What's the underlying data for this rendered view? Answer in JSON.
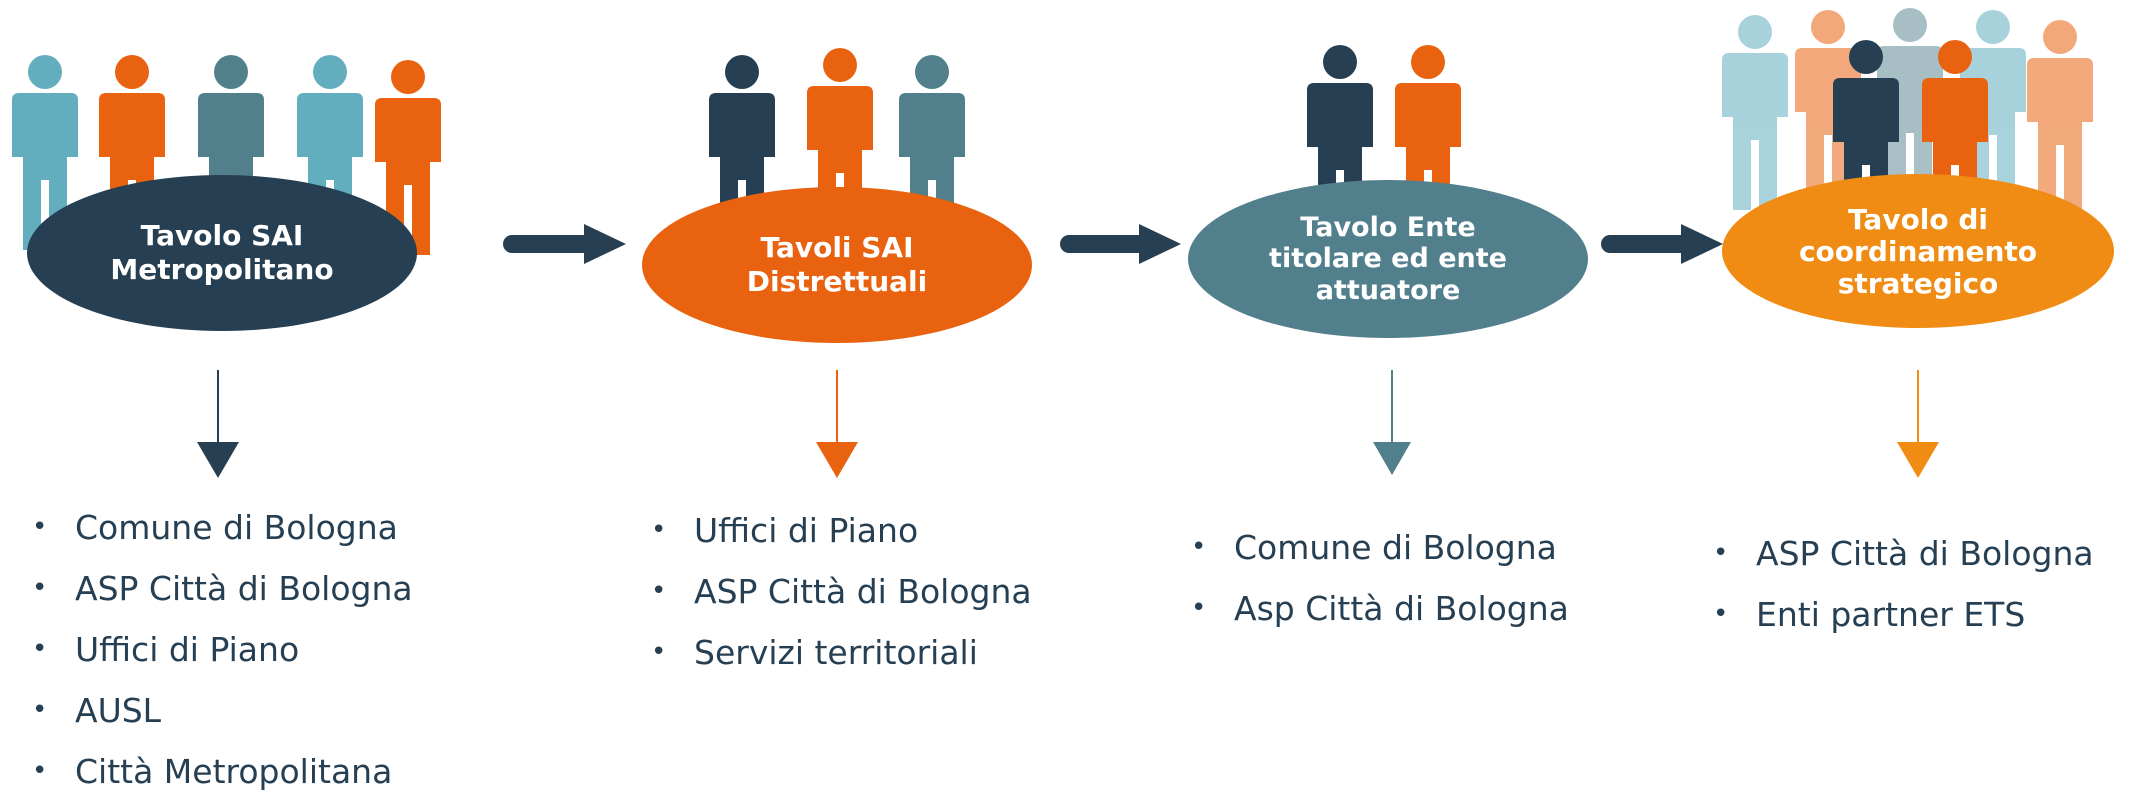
{
  "colors": {
    "navy": "#263f52",
    "orange": "#e8620f",
    "teal": "#527f8c",
    "amber": "#f08c14",
    "lightblue": "#62aebf",
    "text": "#263f52"
  },
  "stages": [
    {
      "title": "Tavolo SAI Metropolitano",
      "title_lines": [
        "Tavolo SAI",
        "Metropolitano"
      ],
      "color": "#263f52",
      "items": [
        "Comune di Bologna",
        "ASP Città di Bologna",
        "Uffici di Piano",
        "AUSL",
        "Città Metropolitana"
      ]
    },
    {
      "title": "Tavoli SAI Distrettuali",
      "title_lines": [
        "Tavoli SAI",
        "Distrettuali"
      ],
      "color": "#e8620f",
      "items": [
        "Uffici di Piano",
        "ASP Città di Bologna",
        "Servizi territoriali"
      ]
    },
    {
      "title": "Tavolo Ente titolare ed ente attuatore",
      "title_lines": [
        "Tavolo Ente",
        "titolare ed ente",
        "attuatore"
      ],
      "color": "#527f8c",
      "items": [
        "Comune di Bologna",
        "Asp Città di Bologna"
      ]
    },
    {
      "title": "Tavolo di coordinamento strategico",
      "title_lines": [
        "Tavolo di",
        "coordinamento",
        "strategico"
      ],
      "color": "#f08c14",
      "items": [
        "ASP Città di Bologna",
        "Enti partner ETS"
      ]
    }
  ],
  "icons": {
    "people": "person-icon",
    "flow_arrow": "right-arrow-icon",
    "down_arrow": "down-arrow-icon",
    "bullet": "•"
  }
}
